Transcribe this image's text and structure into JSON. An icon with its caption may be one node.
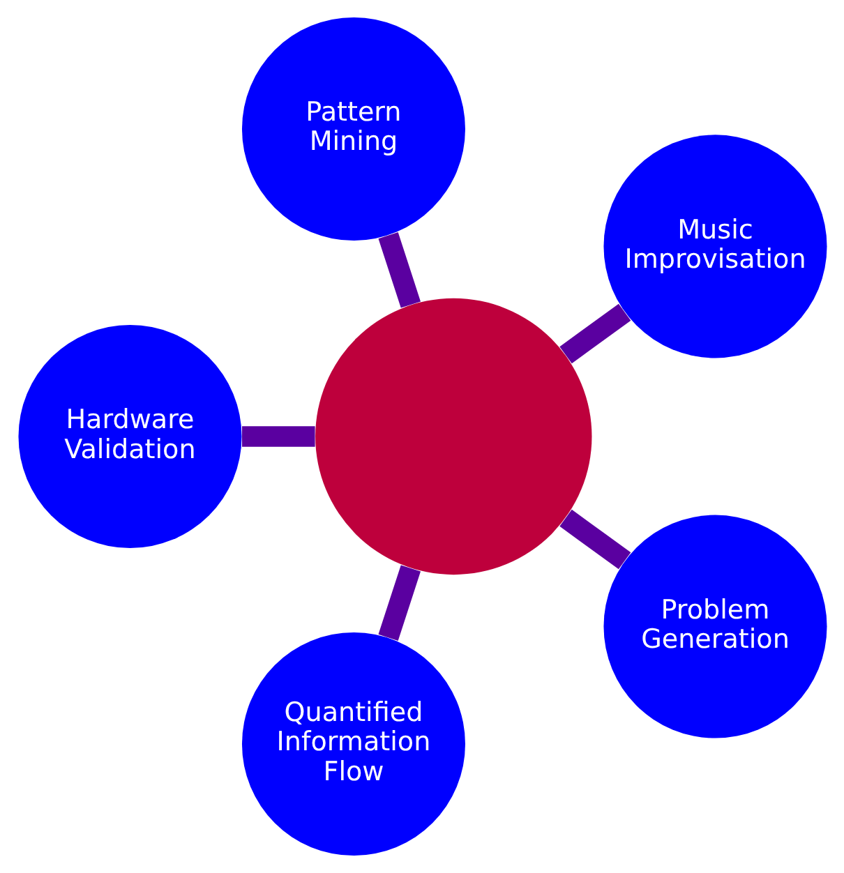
{
  "diagram": {
    "nodes": [
      {
        "text": [
          "Music Improvisation"
        ]
      },
      {
        "text": [
          "Pattern Mining"
        ]
      },
      {
        "text": [
          "Hardware Validation"
        ]
      },
      {
        "text": [],
        "shape": "circle"
      },
      {
        "text": [
          "Quantified Information Flow"
        ]
      },
      {
        "text": [
          "Problem Generation"
        ]
      }
    ],
    "edges": [
      {
        "from": 3,
        "to": 0,
        "arrow": "none"
      },
      {
        "from": 3,
        "to": 1,
        "arrow": "none"
      },
      {
        "from": 3,
        "to": 2,
        "arrow": "none"
      },
      {
        "from": 3,
        "to": 4,
        "arrow": "none"
      },
      {
        "from": 3,
        "to": 5,
        "arrow": "none"
      }
    ]
  }
}
